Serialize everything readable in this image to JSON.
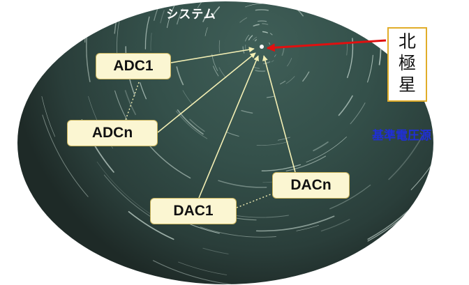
{
  "title": "システム",
  "nodes": {
    "adc1": "ADC1",
    "adcn": "ADCn",
    "dac1": "DAC1",
    "dacn": "DACn"
  },
  "polaris": [
    "北",
    "極",
    "星"
  ],
  "reference_label": "基準電圧源",
  "colors": {
    "sky_center": "#4a6a62",
    "sky_edge": "#1b2522",
    "label_fill": "#fbf6d2",
    "connector": "#f3efb4",
    "red_arrow": "#e01010",
    "polaris_border": "#e1ad29",
    "reference_text": "#1f2fd6"
  }
}
